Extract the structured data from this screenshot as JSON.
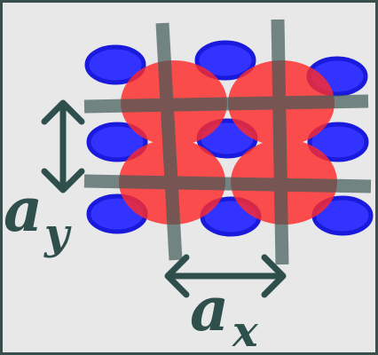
{
  "colors": {
    "background": "#e8e8e8",
    "frame": "#3a4f4d",
    "blue_fill": "#3333ff",
    "blue_stroke": "#1a1add",
    "red_fill": "#ff2a2a",
    "grid_line": "#3f5a57",
    "label": "#2e4f4c"
  },
  "labels": {
    "ay_base": "a",
    "ay_sub": "y",
    "ax_base": "a",
    "ax_sub": "x"
  }
}
